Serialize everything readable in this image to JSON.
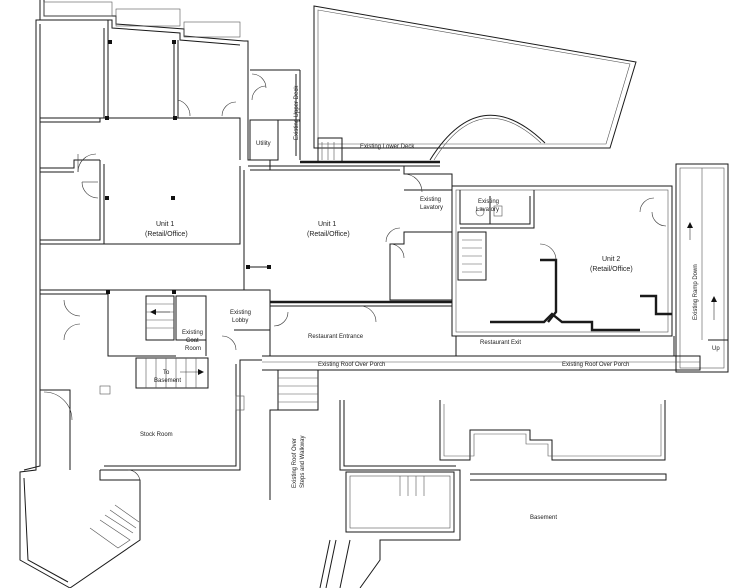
{
  "plan": {
    "labels": {
      "existing_upper_deck": "Existing Upper Deck",
      "existing_lower_deck": "Existing Lower Deck",
      "utility": "Utility",
      "unit1_left_l1": "Unit 1",
      "unit1_left_l2": "(Retail/Office)",
      "unit1_center_l1": "Unit 1",
      "unit1_center_l2": "(Retail/Office)",
      "existing_lavatory_center_l1": "Existing",
      "existing_lavatory_center_l2": "Lavatory",
      "existing_lavatory_right_l1": "Existing",
      "existing_lavatory_right_l2": "Lavatory",
      "unit2_l1": "Unit 2",
      "unit2_l2": "(Retail/Office)",
      "existing_ramp_down": "Existing Ramp Down",
      "up": "Up",
      "existing_coat_room_l1": "Existing",
      "existing_coat_room_l2": "Coat",
      "existing_coat_room_l3": "Room",
      "existing_lobby_l1": "Existing",
      "existing_lobby_l2": "Lobby",
      "restaurant_entrance": "Restaurant Entrance",
      "restaurant_exit": "Restaurant Exit",
      "existing_roof_over_porch_1": "Existing Roof Over Porch",
      "existing_roof_over_porch_2": "Existing Roof Over Porch",
      "to_basement_l1": "To",
      "to_basement_l2": "Basement",
      "stock_room": "Stock Room",
      "existing_roof_over_stairs_l1": "Existing Roof Over",
      "existing_roof_over_stairs_l2": "Steps and Walkway",
      "basement": "Basement"
    }
  }
}
